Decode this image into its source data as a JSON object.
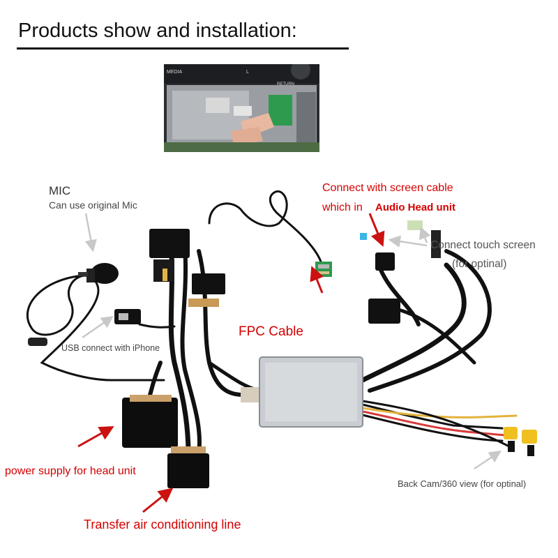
{
  "header": {
    "title": "Products show and installation:"
  },
  "photo": {
    "button_labels": [
      "MEDIA",
      "L",
      "RETURN"
    ]
  },
  "labels": {
    "mic_title": "MIC",
    "mic_subtitle": "Can use original Mic",
    "usb": "USB connect with iPhone",
    "fpc": "FPC Cable",
    "screen_line1": "Connect with screen cable",
    "screen_line2_prefix": "which in",
    "screen_line2_bold": "Audio Head unit",
    "touch_line1": "Connect touch screen",
    "touch_line2": "(for optinal)",
    "power": "power supply for head unit",
    "aircon": "Transfer air conditioning line",
    "backcam": "Back Cam/360 view (for optinal)"
  },
  "colors": {
    "label_red": "#d40000",
    "label_gray": "#555555",
    "arrow_red": "#cc1111",
    "arrow_gray": "#c8c8c8",
    "cable_black": "#111111",
    "box_silver": "#c9ccd0",
    "rca_yellow": "#f0c020",
    "pcb_green": "#2e9a4e"
  }
}
